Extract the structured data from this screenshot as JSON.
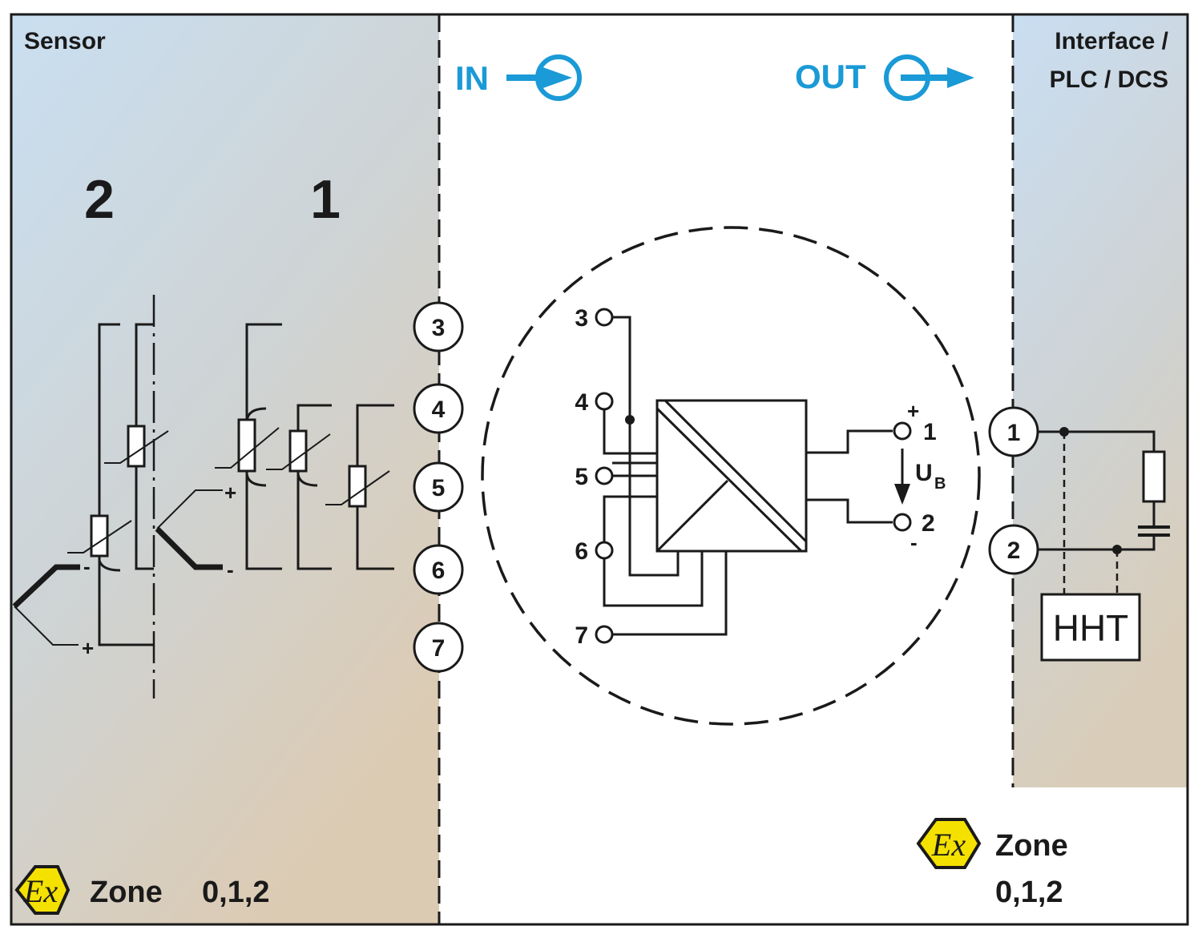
{
  "zones": {
    "sensor_title": "Sensor",
    "interface_title_line1": "Interface /",
    "interface_title_line2": "PLC / DCS"
  },
  "signals": {
    "in_label": "IN",
    "out_label": "OUT"
  },
  "sensor_variants": {
    "variant_2": "2",
    "variant_1": "1"
  },
  "polarity": {
    "plus": "+",
    "minus": "-"
  },
  "input_terminals": [
    "3",
    "4",
    "5",
    "6",
    "7"
  ],
  "module_inputs": [
    "3",
    "4",
    "5",
    "6",
    "7"
  ],
  "module_outputs": {
    "out1": "1",
    "out2": "2",
    "ub": "U",
    "ub_sub": "B"
  },
  "output_terminals": [
    "1",
    "2"
  ],
  "hht_label": "HHT",
  "ex_symbol": "Ex",
  "zone_left": {
    "word": "Zone",
    "value": "0,1,2"
  },
  "zone_right": {
    "word": "Zone",
    "value": "0,1,2"
  },
  "colors": {
    "accent_blue": "#1a9ad6",
    "ex_yellow": "#f5e100",
    "line": "#1a1a1a"
  }
}
